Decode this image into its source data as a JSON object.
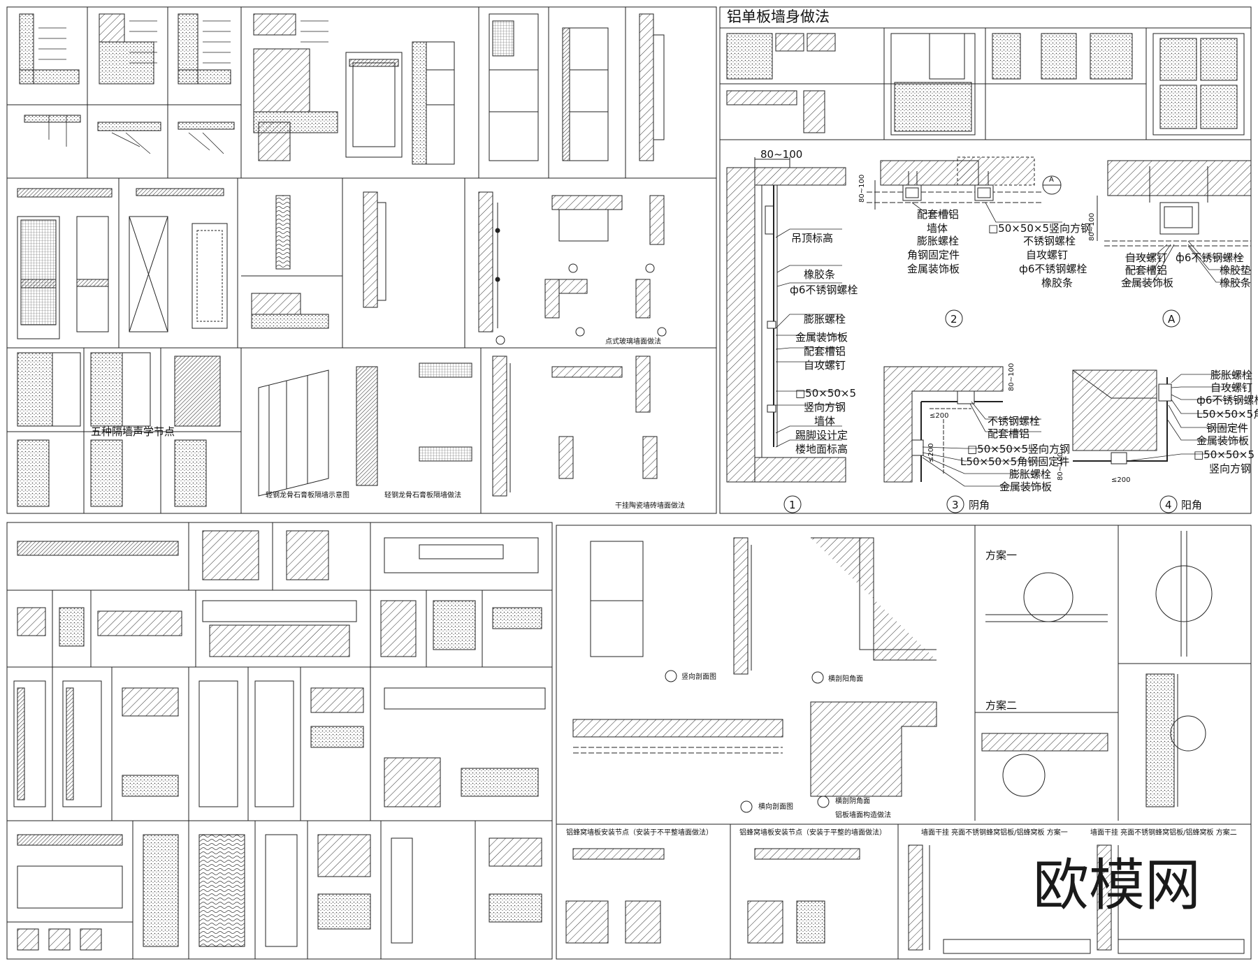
{
  "top_right_title": "铝单板墙身做法",
  "labels": {
    "diaoding": "吊顶标高",
    "xiangjiaotiao": "橡胶条",
    "luoshuan": "ф6不锈钢螺栓",
    "pengzhang": "膨胀螺栓",
    "jinshu": "金属装饰板",
    "peitaocaolv": "配套槽铝",
    "zigong": "自攻螺钉",
    "fanggang": "□50×50×5",
    "shuxiang": "竖向方钢",
    "qiangti": "墙体",
    "tijiao": "踢脚设计定",
    "loudi": "楼地面标高",
    "jiaogang": "角钢固定件",
    "fanggang2": "□50×50×5竖向方钢",
    "buxiugang": "不锈钢螺栓",
    "zigongding": "自攻螺钉",
    "l50": "L50×50×5角钢固定件",
    "l50b": "L50×50×5角",
    "gudingjian": "钢固定件",
    "shuxiangfg": "竖向方钢",
    "xiangjiaodian": "橡胶垫",
    "dim80100": "80~100",
    "dim200": "≤200",
    "n1": "1",
    "n2": "2",
    "n3": "3",
    "n4": "4",
    "nA": "A",
    "yinjiao": "阴角",
    "yangjiao": "阳角",
    "dim4": "4"
  },
  "panel_titles": {
    "sound": "五种隔墙声学节点",
    "glass": "点式玻璃墙面做法",
    "gypsum1": "轻钢龙骨石膏板隔墙示意图",
    "gypsum2": "轻钢龙骨石膏板隔墙做法",
    "ceramic": "干挂陶瓷墙砖墙面做法",
    "alu": "铝板墙面构造做法",
    "honey1": "铝蜂窝墙板安装节点（安装于不平整墙面做法）",
    "honey2": "铝蜂窝墙板安装节点（安装于平整的墙面做法）",
    "plan1": "方案一",
    "plan2": "方案二",
    "wall1": "墙面干挂  亮面不锈钢蜂窝铝板/铝蜂窝板  方案一",
    "wall2": "墙面干挂  亮面不锈钢蜂窝铝板/铝蜂窝板  方案二",
    "sectB": "竖向剖面图",
    "sectC": "横剖阳角面",
    "sectA": "横向剖面图",
    "sectD": "横剖阴角面"
  },
  "watermark": "欧模网"
}
